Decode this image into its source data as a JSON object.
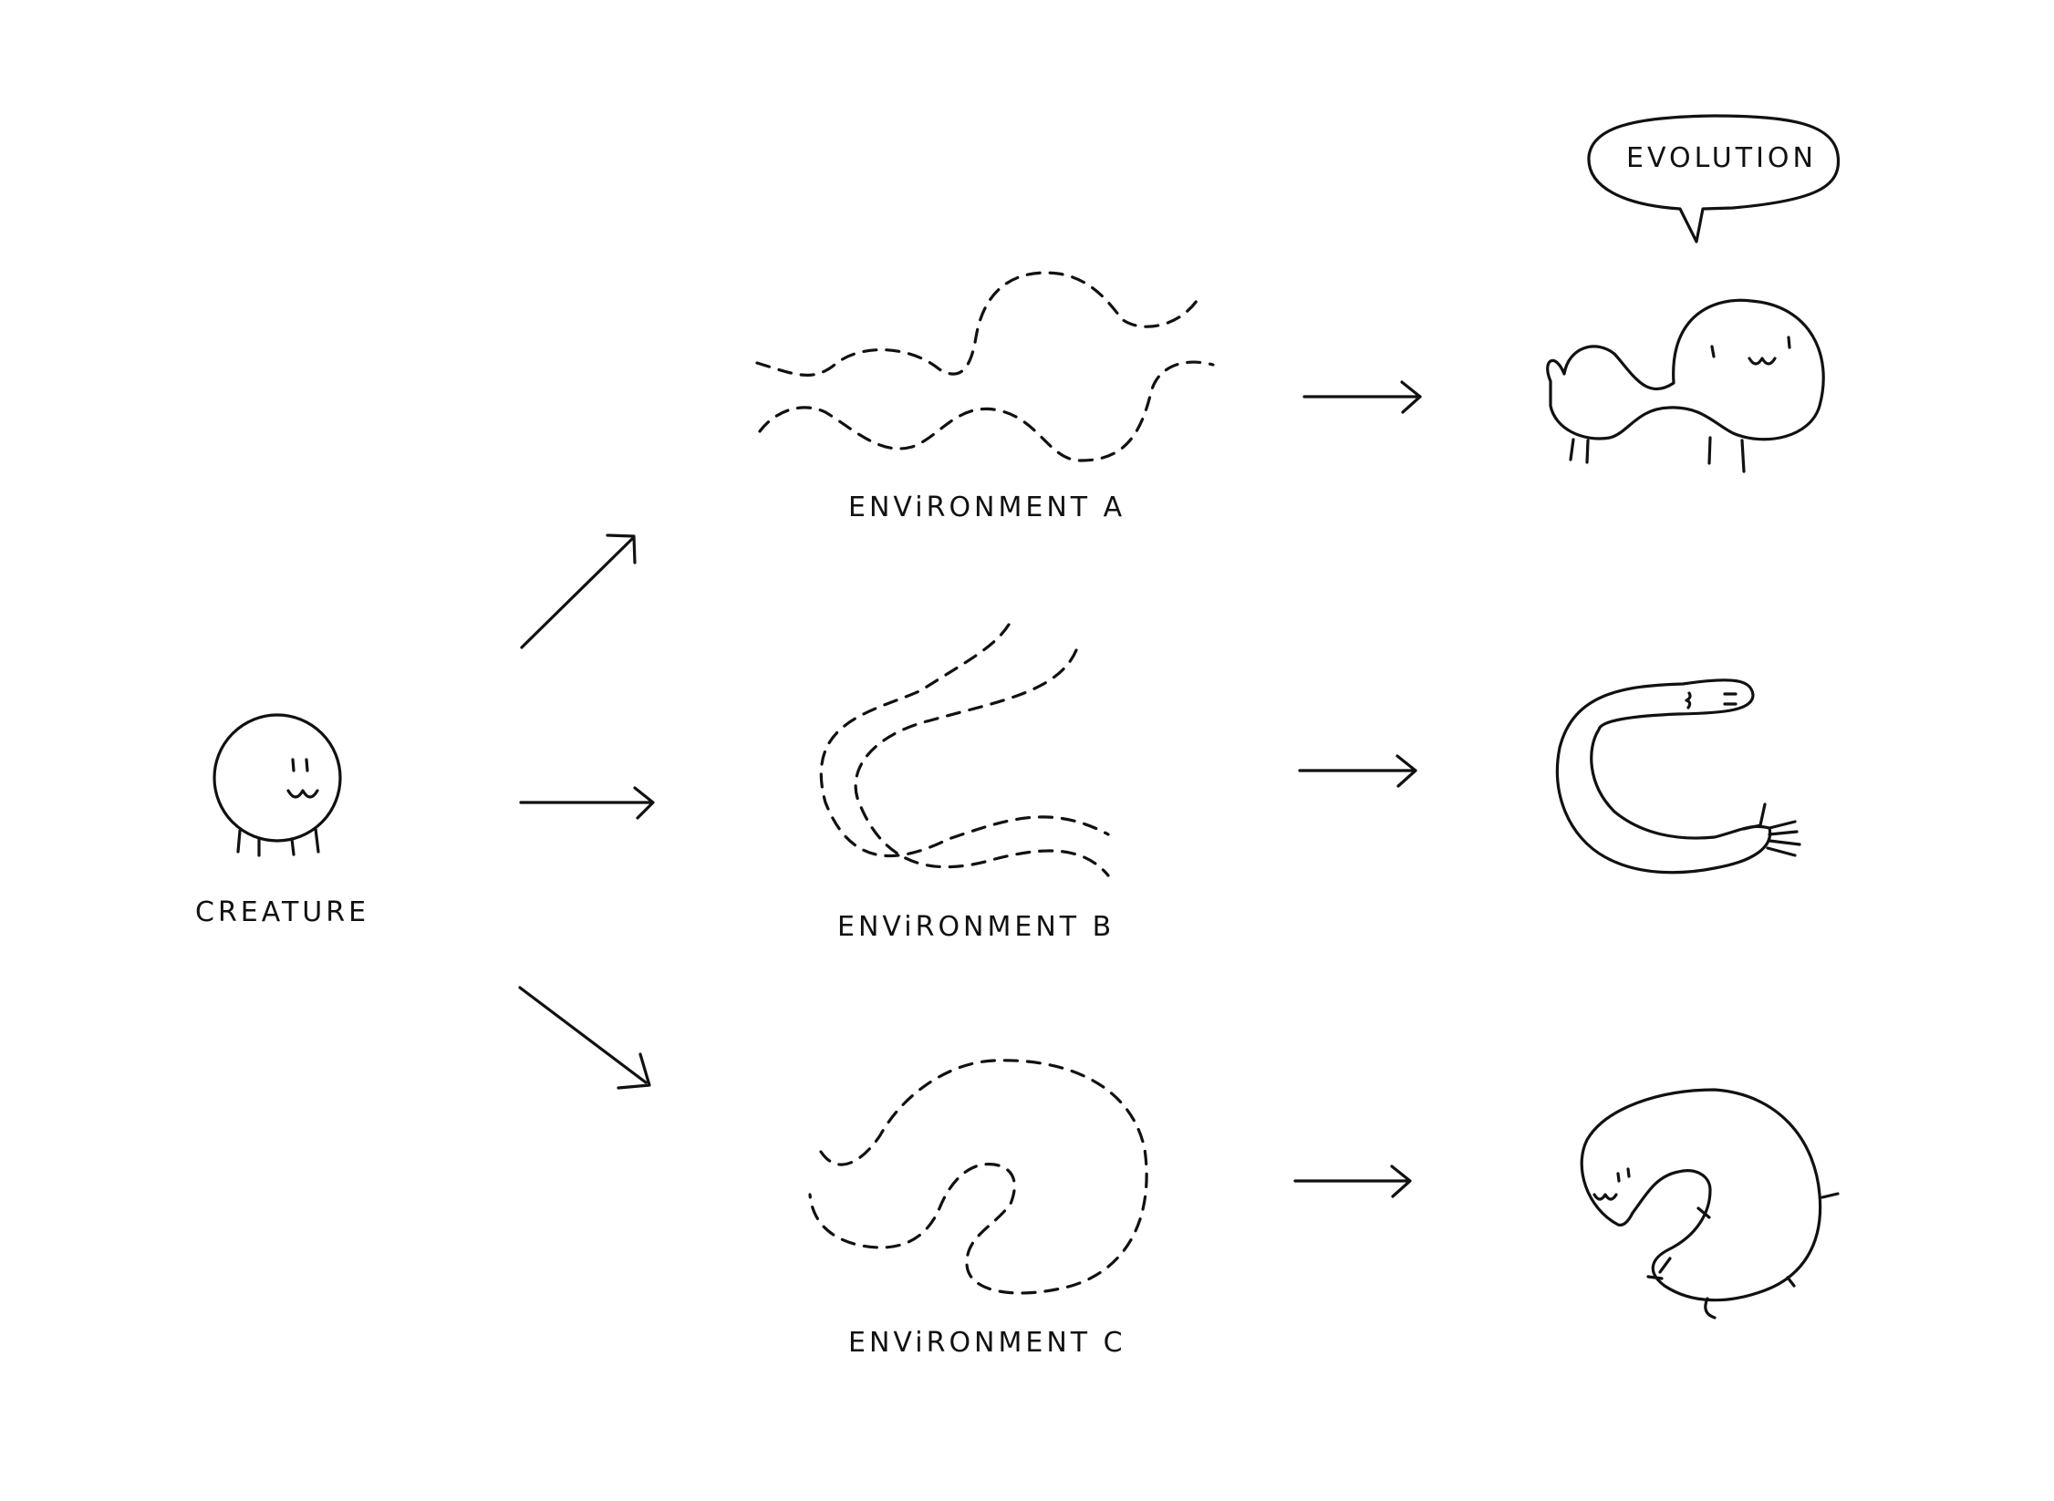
{
  "labels": {
    "creature": "CREATURE",
    "environment_a": "ENViRONMENT A",
    "environment_b": "ENViRONMENT B",
    "environment_c": "ENViRONMENT C",
    "speech_bubble": "EVOLUTION"
  }
}
